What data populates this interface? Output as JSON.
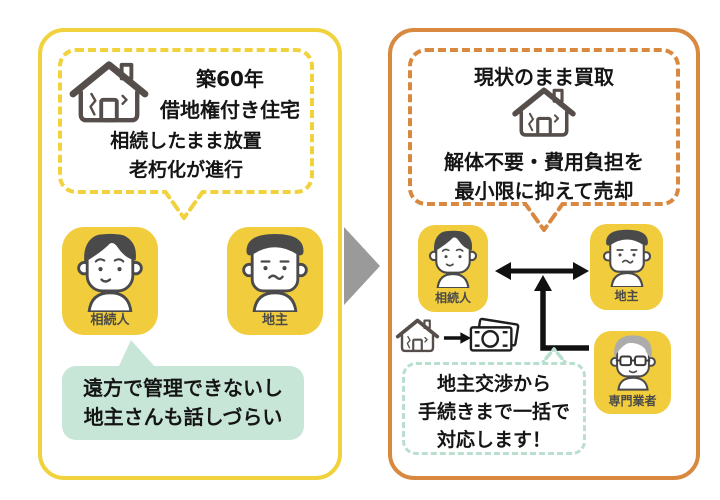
{
  "colors": {
    "yellow": "#F1D23C",
    "orange": "#D98840",
    "mint_fill": "#C8E6D8",
    "mint_border": "#B9DFCF",
    "avatar_yellow": "#F1CC3D",
    "hair_dark": "#4A4A4A",
    "hair_gray": "#ACACAC",
    "house_stroke": "#564E4B",
    "arrow_black": "#111111",
    "transition_gray": "#9A9A9A",
    "text": "#151515"
  },
  "icons": {
    "damaged_house": "damaged-house-icon",
    "money_bills": "money-bills-icon",
    "arrow_right": "arrow-right-icon",
    "double_arrow": "double-arrow-icon",
    "support_arrow": "support-arrow-icon",
    "transition_arrow": "transition-arrow-icon"
  },
  "left_panel": {
    "bubble_top": {
      "line1": "築60年",
      "line2": "借地権付き住宅",
      "line3": "相続したまま放置",
      "line4": "老朽化が進行"
    },
    "avatars": [
      {
        "label": "相続人"
      },
      {
        "label": "地主"
      }
    ],
    "bubble_bottom": {
      "line1": "遠方で管理できないし",
      "line2": "地主さんも話しづらい"
    }
  },
  "right_panel": {
    "bubble_top": {
      "line1": "現状のまま買取",
      "line2": "解体不要・費用負担を",
      "line3": "最小限に抑えて売却"
    },
    "avatars": [
      {
        "label": "相続人"
      },
      {
        "label": "地主"
      },
      {
        "label": "専門業者"
      }
    ],
    "bubble_bottom": {
      "line1": "地主交渉から",
      "line2": "手続きまで一括で",
      "line3": "対応します！"
    }
  }
}
